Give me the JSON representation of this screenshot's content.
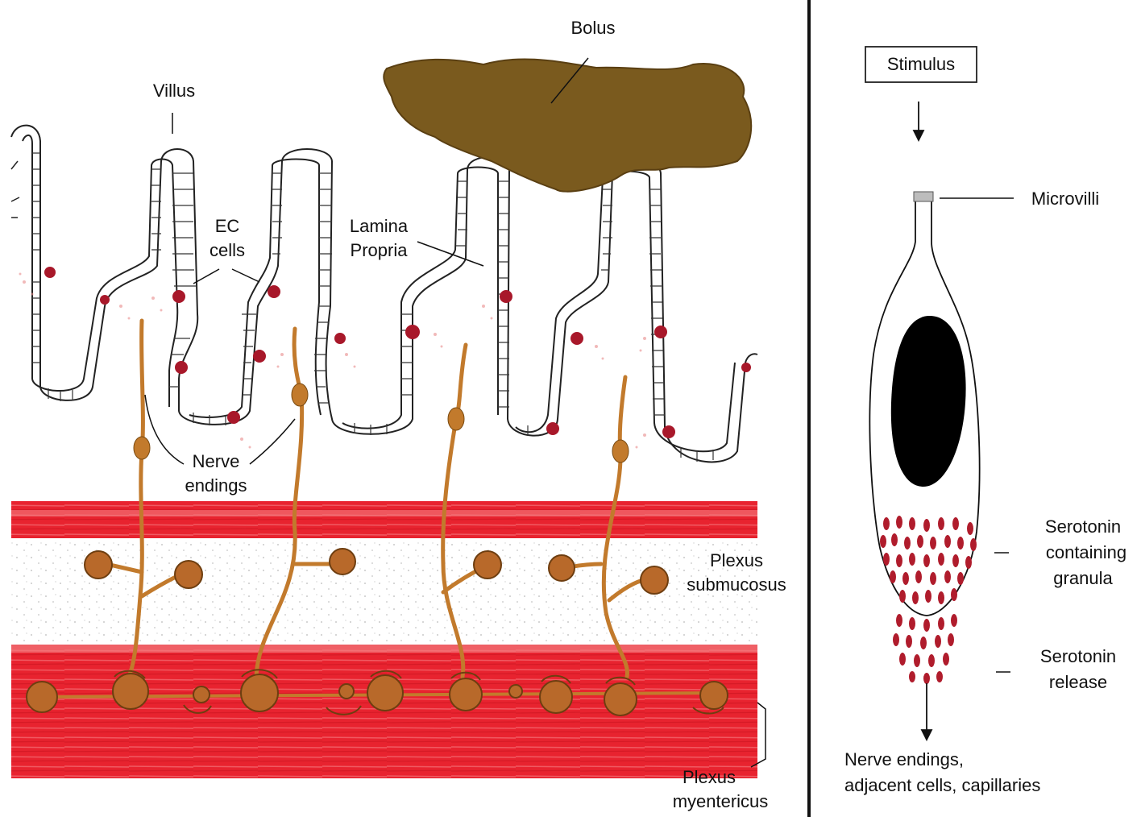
{
  "left_panel": {
    "labels": {
      "bolus": "Bolus",
      "villus": "Villus",
      "ec_line1": "EC",
      "ec_line2": "cells",
      "lamina_line1": "Lamina",
      "lamina_line2": "Propria",
      "nerve_line1": "Nerve",
      "nerve_line2": "endings",
      "submucosus_line1": "Plexus",
      "submucosus_line2": "submucosus",
      "myentericus_line1": "Plexus",
      "myentericus_line2": "myentericus"
    }
  },
  "right_panel": {
    "stimulus": "Stimulus",
    "microvilli": "Microvilli",
    "granula_line1": "Serotonin",
    "granula_line2": "containing",
    "granula_line3": "granula",
    "release_line1": "Serotonin",
    "release_line2": "release",
    "targets_line1": "Nerve endings,",
    "targets_line2": "adjacent cells, capillaries"
  },
  "colors": {
    "muscle_red": "#e8232f",
    "muscle_light": "#f26a6f",
    "nerve_brown": "#c27a2c",
    "bolus_brown": "#7a5a1e",
    "granule_red": "#b01c2c",
    "ec_cell": "#a8182a"
  }
}
